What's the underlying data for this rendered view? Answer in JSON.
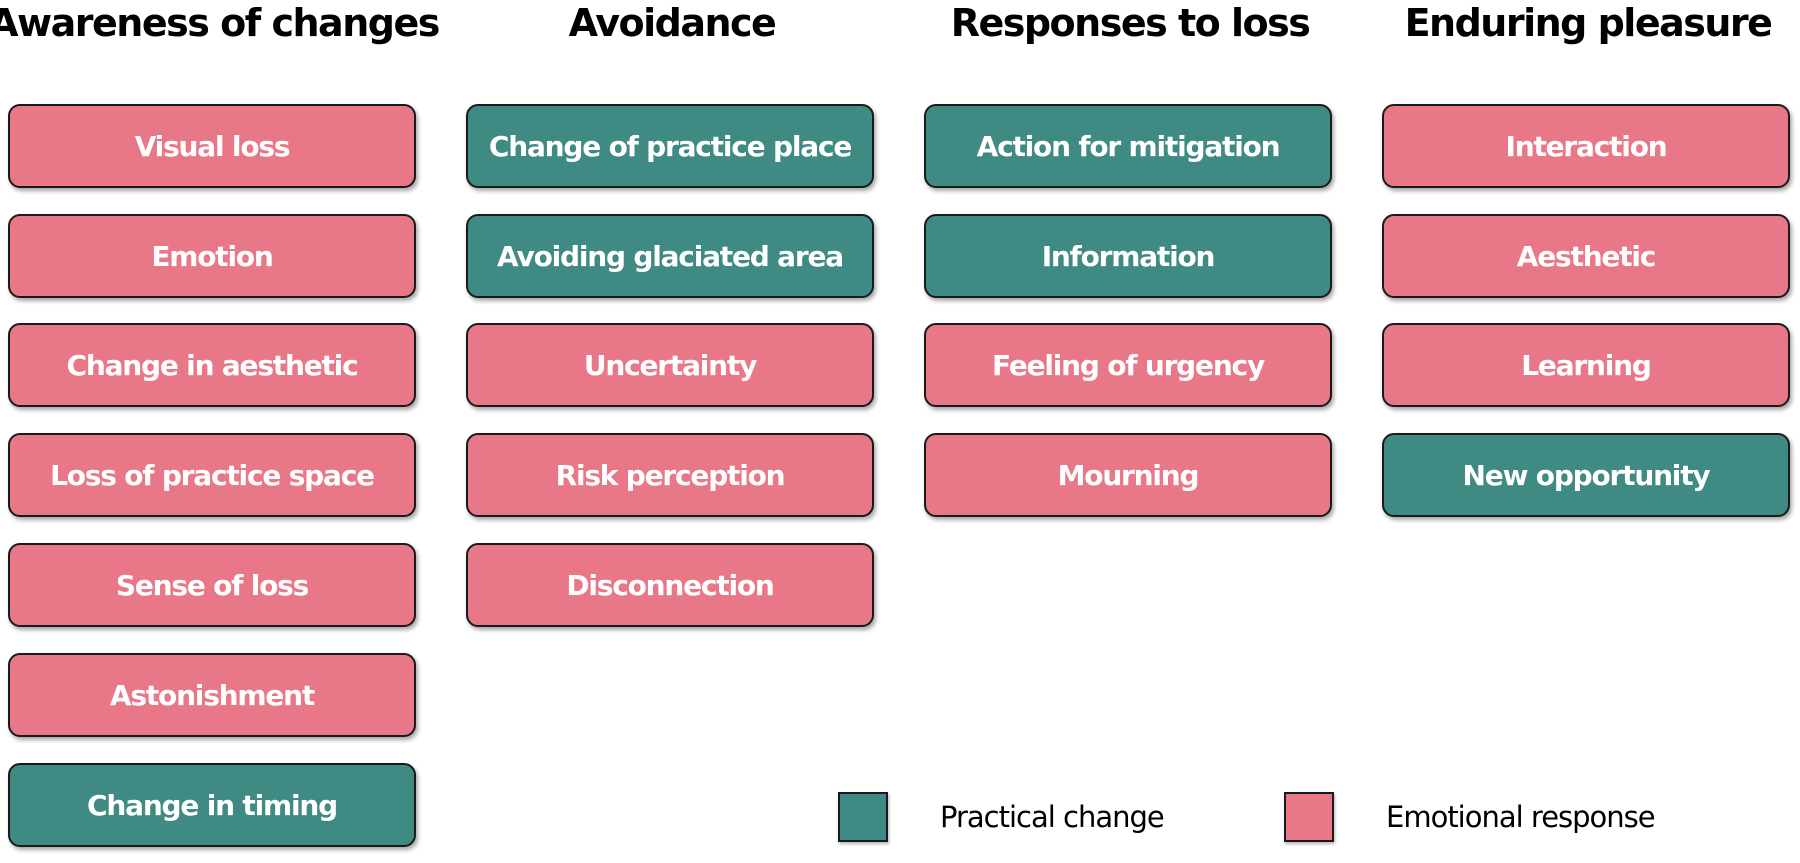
{
  "colors": {
    "practical_change": "#408a84",
    "emotional_response": "#e87888"
  },
  "columns": [
    {
      "heading": "Awareness of changes",
      "cards": [
        {
          "label": "Visual loss",
          "type": "emotional"
        },
        {
          "label": "Emotion",
          "type": "emotional"
        },
        {
          "label": "Change in aesthetic",
          "type": "emotional"
        },
        {
          "label": "Loss of practice space",
          "type": "emotional"
        },
        {
          "label": "Sense of loss",
          "type": "emotional"
        },
        {
          "label": "Astonishment",
          "type": "emotional"
        },
        {
          "label": "Change in timing",
          "type": "practical"
        }
      ]
    },
    {
      "heading": "Avoidance",
      "cards": [
        {
          "label": "Change of practice place",
          "type": "practical"
        },
        {
          "label": "Avoiding glaciated area",
          "type": "practical"
        },
        {
          "label": "Uncertainty",
          "type": "emotional"
        },
        {
          "label": "Risk perception",
          "type": "emotional"
        },
        {
          "label": "Disconnection",
          "type": "emotional"
        }
      ]
    },
    {
      "heading": "Responses to loss",
      "cards": [
        {
          "label": "Action for mitigation",
          "type": "practical"
        },
        {
          "label": "Information",
          "type": "practical"
        },
        {
          "label": "Feeling of urgency",
          "type": "emotional"
        },
        {
          "label": "Mourning",
          "type": "emotional"
        }
      ]
    },
    {
      "heading": "Enduring pleasure",
      "cards": [
        {
          "label": "Interaction",
          "type": "emotional"
        },
        {
          "label": "Aesthetic",
          "type": "emotional"
        },
        {
          "label": "Learning",
          "type": "emotional"
        },
        {
          "label": "New opportunity",
          "type": "practical"
        }
      ]
    }
  ],
  "legend": {
    "practical_label": "Practical change",
    "emotional_label": "Emotional response"
  }
}
